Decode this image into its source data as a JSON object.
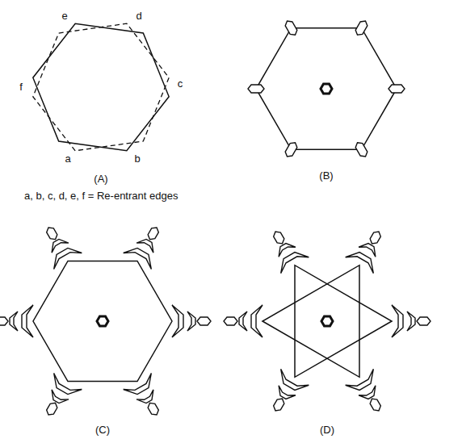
{
  "diagram": {
    "labels": [
      "e",
      "d",
      "f",
      "c",
      "a",
      "b",
      "(A)",
      "(B)",
      "a, b, c, d, e, f = Re-entrant edges",
      "(C)",
      "(D)"
    ]
  }
}
